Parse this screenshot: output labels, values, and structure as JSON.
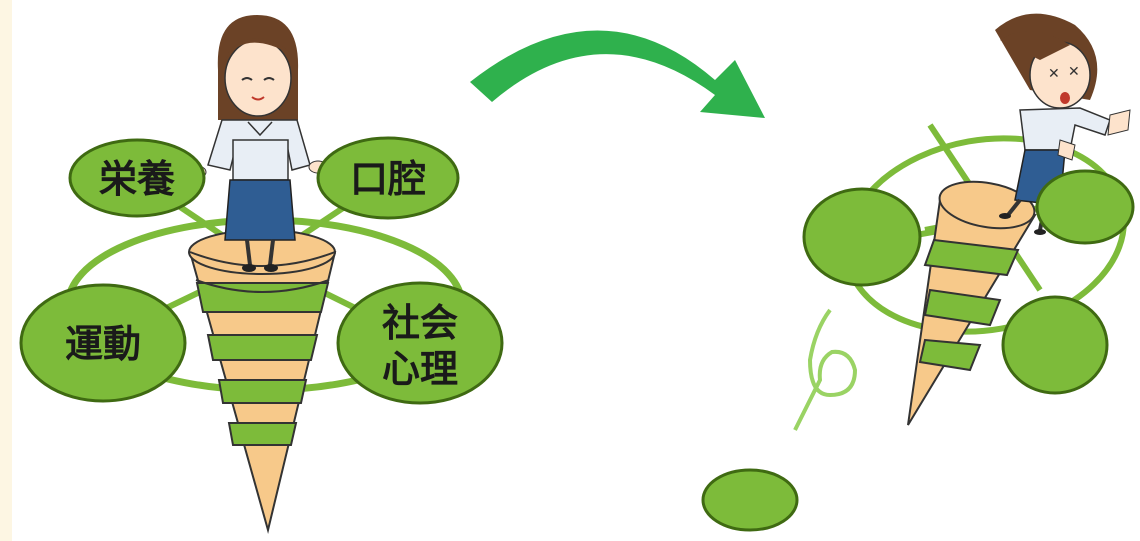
{
  "labels": {
    "nutrition": "栄養",
    "oral": "口腔",
    "exercise": "運動",
    "social_line1": "社会",
    "social_line2": "心理"
  },
  "colors": {
    "ellipse_green": "#7dbb3a",
    "ellipse_stroke": "#3f6a12",
    "ring_green": "#7dbb3a",
    "cone_tan": "#f7c98a",
    "cone_green": "#7dbb3a",
    "arrow_green": "#2fb14d"
  },
  "icons": {
    "arrow": "curved-arrow-right-icon",
    "person_left": "smiling-woman-icon",
    "person_right": "falling-woman-icon"
  }
}
